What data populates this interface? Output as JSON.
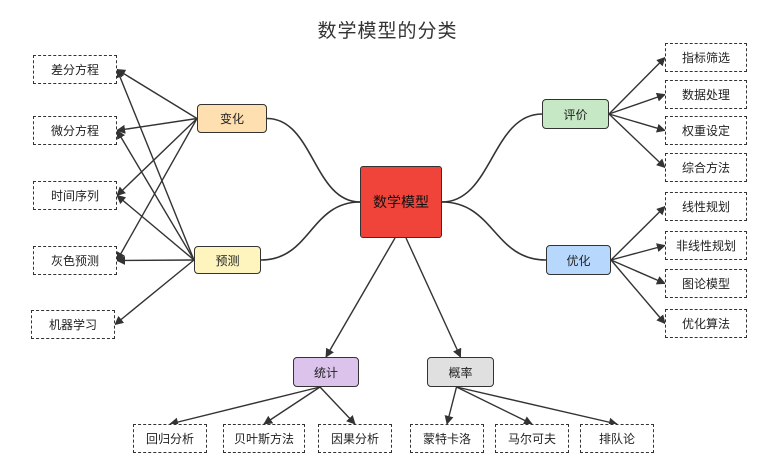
{
  "title": "数学模型的分类",
  "root": {
    "label": "数学模型",
    "color": "#f0443a"
  },
  "categories": [
    {
      "id": "change",
      "label": "变化",
      "color": "#fddfb0",
      "leaves": [
        "差分方程",
        "微分方程",
        "时间序列",
        "灰色预测"
      ]
    },
    {
      "id": "predict",
      "label": "预测",
      "color": "#fdf5bd",
      "leaves": [
        "差分方程",
        "微分方程",
        "时间序列",
        "灰色预测",
        "机器学习"
      ]
    },
    {
      "id": "evaluate",
      "label": "评价",
      "color": "#c7e8c4",
      "leaves": [
        "指标筛选",
        "数据处理",
        "权重设定",
        "综合方法"
      ]
    },
    {
      "id": "optimize",
      "label": "优化",
      "color": "#b7d8fc",
      "leaves": [
        "线性规划",
        "非线性规划",
        "图论模型",
        "优化算法"
      ]
    },
    {
      "id": "stats",
      "label": "统计",
      "color": "#dcc3ec",
      "leaves": [
        "回归分析",
        "贝叶斯方法",
        "因果分析"
      ]
    },
    {
      "id": "prob",
      "label": "概率",
      "color": "#e0e0e0",
      "leaves": [
        "蒙特卡洛",
        "马尔可夫",
        "排队论"
      ]
    }
  ]
}
